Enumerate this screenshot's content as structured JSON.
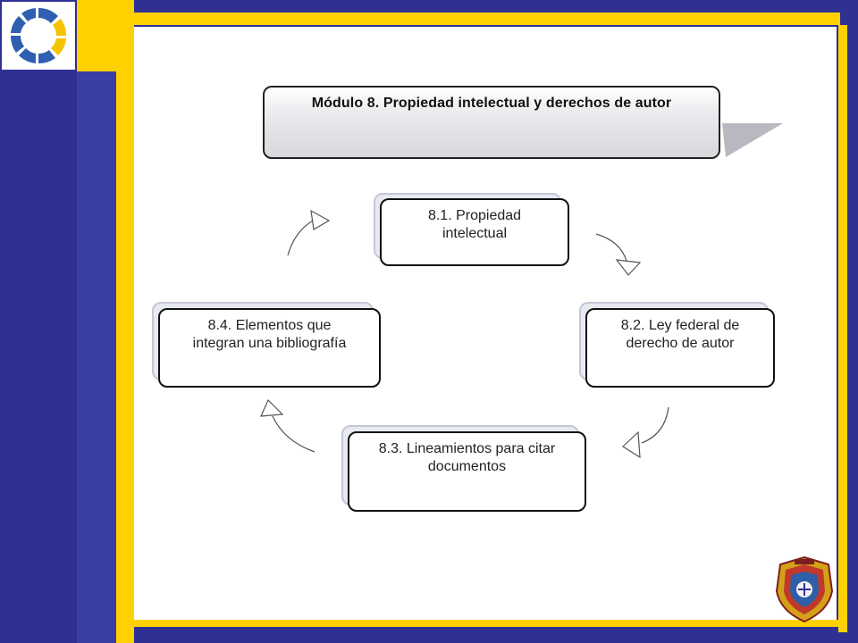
{
  "title": "Módulo 8.  Propiedad intelectual y derechos de autor",
  "nodes": [
    {
      "line1": "8.1. Propiedad",
      "line2": "intelectual"
    },
    {
      "line1": "8.2. Ley federal de",
      "line2": "derecho de autor"
    },
    {
      "line1": "8.3. Lineamientos para citar",
      "line2": "documentos"
    },
    {
      "line1": "8.4. Elementos que",
      "line2": "integran una bibliografía"
    }
  ],
  "colors": {
    "frame_blue": "#2e3192",
    "accent_yellow": "#ffd100",
    "logo_blue": "#2f5fb0",
    "logo_yellow": "#f5c400"
  },
  "icons": {
    "logo": "segmented-ring-logo",
    "emblem": "university-crest-emblem"
  }
}
